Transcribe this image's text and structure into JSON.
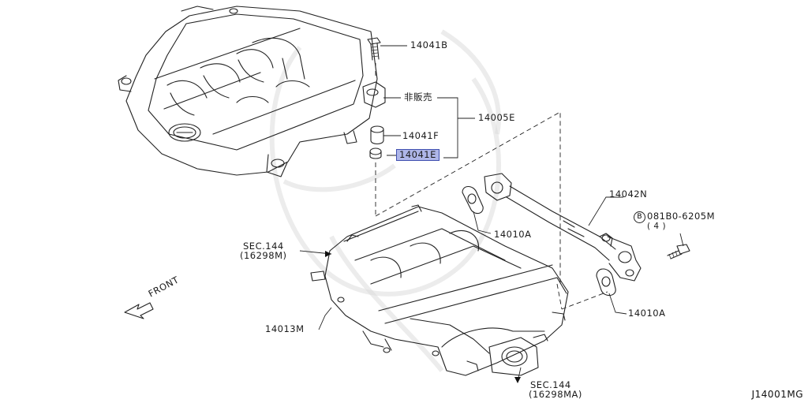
{
  "diagram": {
    "code": "J14001MG",
    "labels": {
      "p14041B": "14041B",
      "nonsale": "非販売",
      "p14005E": "14005E",
      "p14041F": "14041F",
      "p14041E": "14041E",
      "p14042N": "14042N",
      "bolt_code": "081B0-6205M",
      "bolt_marker": "B",
      "bolt_qty": "( 4 )",
      "p14010A_left": "14010A",
      "p14010A_right": "14010A",
      "sec144_top": "SEC.144",
      "sec144_top_ref": "(16298M)",
      "p14013M": "14013M",
      "sec144_bottom": "SEC.144",
      "sec144_bottom_ref": "(16298MA)",
      "front": "FRONT"
    },
    "highlight_color": "#aeb6e8"
  }
}
